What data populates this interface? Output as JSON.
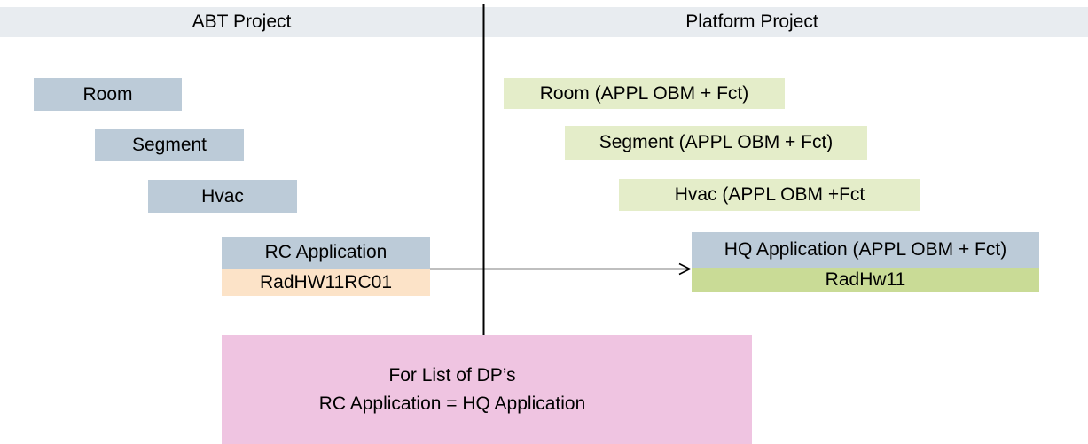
{
  "header": {
    "left_title": "ABT Project",
    "right_title": "Platform Project"
  },
  "abt": {
    "boxes": [
      {
        "label": "Room"
      },
      {
        "label": "Segment"
      },
      {
        "label": "Hvac"
      },
      {
        "label": "RC Application"
      },
      {
        "label": "RadHW11RC01"
      }
    ]
  },
  "platform": {
    "boxes": [
      {
        "label": "Room (APPL OBM + Fct)"
      },
      {
        "label": "Segment (APPL OBM + Fct)"
      },
      {
        "label": "Hvac (APPL OBM +Fct"
      },
      {
        "label": "HQ Application (APPL OBM + Fct)"
      },
      {
        "label": "RadHw11"
      }
    ]
  },
  "note": {
    "line1": "For List of DP’s",
    "line2": "RC Application = HQ Application"
  },
  "colors": {
    "header_bg": "#e8ecf0",
    "blue_gray_box": "#bccbd8",
    "peach_box": "#fce3c8",
    "light_green_box": "#e4edc9",
    "green_box": "#c9db96",
    "pink_box": "#efc4e1",
    "line": "#000000"
  }
}
